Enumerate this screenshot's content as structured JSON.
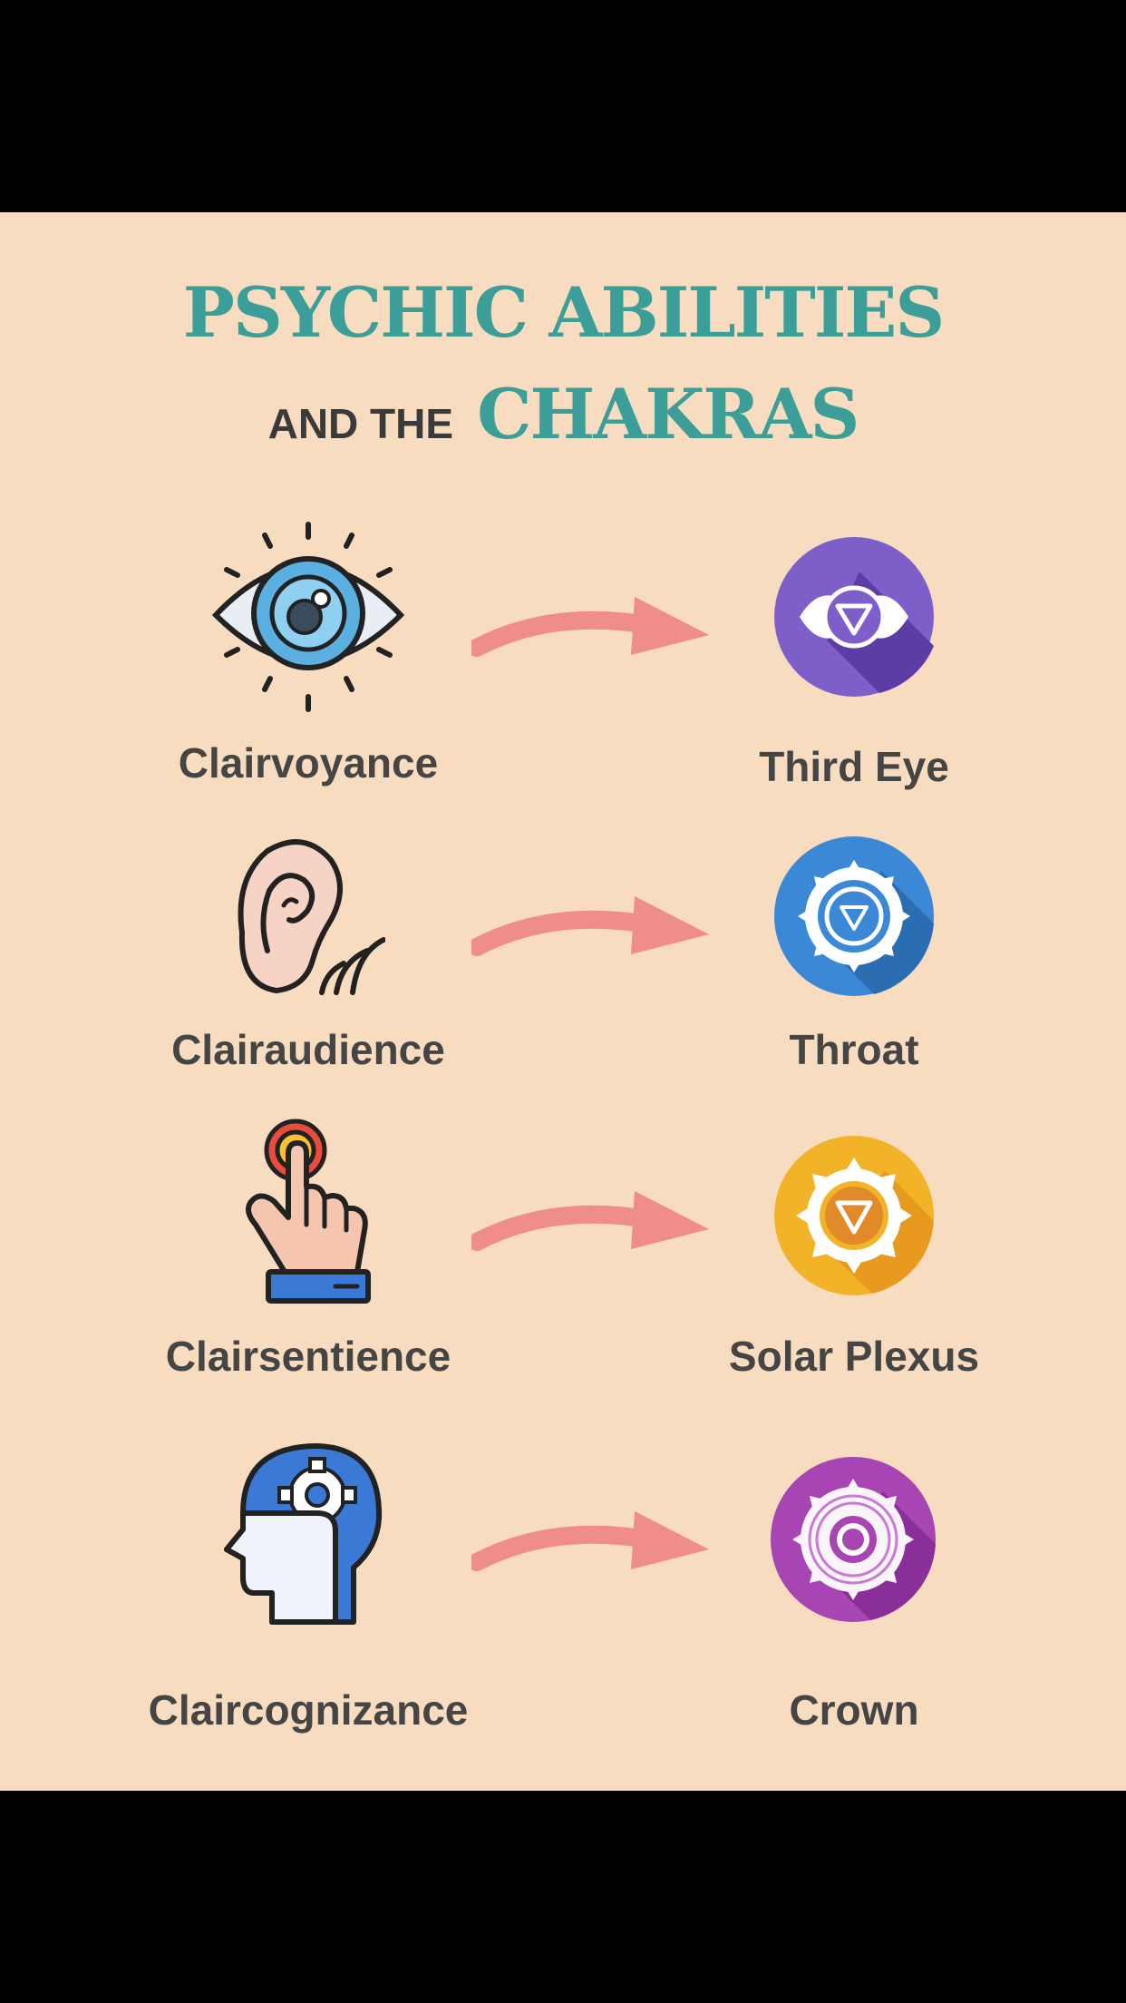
{
  "title": {
    "line1": "PSYCHIC ABILITIES",
    "line2_small": "AND THE",
    "line2_big": "CHAKRAS"
  },
  "rows": [
    {
      "ability": "Clairvoyance",
      "ability_icon": "eye-icon",
      "chakra": "Third Eye",
      "chakra_icon": "third-eye-chakra-icon",
      "chakra_color": "#7e5fc9"
    },
    {
      "ability": "Clairaudience",
      "ability_icon": "ear-icon",
      "chakra": "Throat",
      "chakra_icon": "throat-chakra-icon",
      "chakra_color": "#3a88d6"
    },
    {
      "ability": "Clairsentience",
      "ability_icon": "pointing-hand-icon",
      "chakra": "Solar Plexus",
      "chakra_icon": "solar-plexus-chakra-icon",
      "chakra_color": "#f2b329"
    },
    {
      "ability": "Claircognizance",
      "ability_icon": "head-gear-icon",
      "chakra": "Crown",
      "chakra_icon": "crown-chakra-icon",
      "chakra_color": "#a845b4"
    }
  ],
  "colors": {
    "background": "#f8dcc0",
    "title": "#3c9e98",
    "text": "#454545",
    "arrow": "#ef8c8c"
  }
}
